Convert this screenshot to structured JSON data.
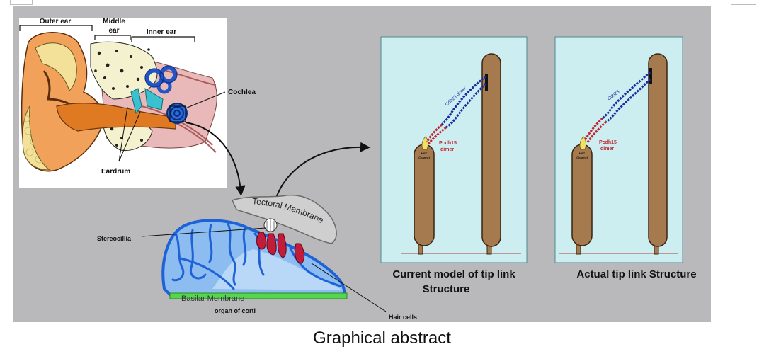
{
  "figure": {
    "caption": "Graphical abstract",
    "ear": {
      "outer_ear": "Outer ear",
      "middle_ear_line1": "Middle",
      "middle_ear_line2": "ear",
      "inner_ear": "Inner ear",
      "cochlea": "Cochlea",
      "eardrum": "Eardrum"
    },
    "organ": {
      "tectoral_membrane": "Tectoral Membrane",
      "stereocilia": "Stereocillia",
      "basilar_membrane": "Basilar Membrane",
      "organ_of_corti": "organ of corti",
      "hair_cells": "Hair cells"
    },
    "current_model": {
      "cdh23": "Cdh23 dimer",
      "pcdh15_line1": "Pcdh15",
      "pcdh15_line2": "dimer",
      "met_line1": "MET",
      "met_line2": "Channel",
      "caption_line1": "Current model of tip link",
      "caption_line2": "Structure"
    },
    "actual_model": {
      "cdh23": "Cdh23",
      "pcdh15_line1": "Pcdh15",
      "pcdh15_line2": "dimer",
      "met_line1": "MET",
      "met_line2": "Channel",
      "caption": "Actual  tip link Structure"
    },
    "colors": {
      "background": "#b9b8bb",
      "panel": "#cdeef0",
      "stereocilium": "#a57a4f",
      "cdh23": "#1d2ba0",
      "pcdh15": "#c0262f",
      "organ_blue": "#6aa5e6",
      "hair_cell": "#c21c3a",
      "basilar": "#55d64e",
      "tectoral": "#cfcfcf"
    }
  }
}
